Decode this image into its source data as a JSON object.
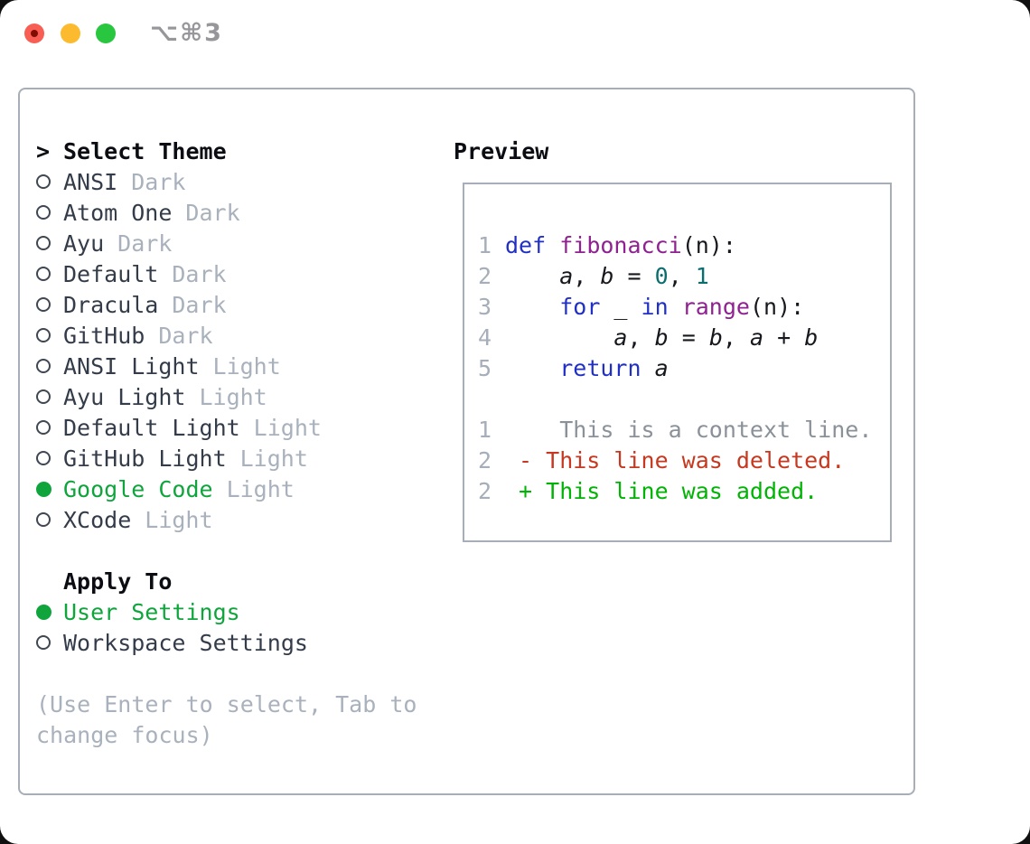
{
  "window": {
    "shortcut": "⌥⌘3"
  },
  "theme_picker": {
    "pointer": ">",
    "title": "Select Theme",
    "items": [
      {
        "name": "ANSI",
        "variant": "Dark",
        "selected": false
      },
      {
        "name": "Atom One",
        "variant": "Dark",
        "selected": false
      },
      {
        "name": "Ayu",
        "variant": "Dark",
        "selected": false
      },
      {
        "name": "Default",
        "variant": "Dark",
        "selected": false
      },
      {
        "name": "Dracula",
        "variant": "Dark",
        "selected": false
      },
      {
        "name": "GitHub",
        "variant": "Dark",
        "selected": false
      },
      {
        "name": "ANSI Light",
        "variant": "Light",
        "selected": false
      },
      {
        "name": "Ayu Light",
        "variant": "Light",
        "selected": false
      },
      {
        "name": "Default Light",
        "variant": "Light",
        "selected": false
      },
      {
        "name": "GitHub Light",
        "variant": "Light",
        "selected": false
      },
      {
        "name": "Google Code",
        "variant": "Light",
        "selected": true
      },
      {
        "name": "XCode",
        "variant": "Light",
        "selected": false
      }
    ]
  },
  "apply_to": {
    "title": "Apply To",
    "options": [
      {
        "label": "User Settings",
        "selected": true
      },
      {
        "label": "Workspace Settings",
        "selected": false
      }
    ]
  },
  "help": {
    "line1": "(Use Enter to select, Tab to",
    "line2": "change focus)"
  },
  "preview": {
    "title": "Preview",
    "lines": [
      {
        "num": "1",
        "segs": [
          {
            "t": "def",
            "c": "kw"
          },
          {
            "t": " ",
            "c": "pl"
          },
          {
            "t": "fibonacci",
            "c": "fn"
          },
          {
            "t": "(n):",
            "c": "pl"
          }
        ]
      },
      {
        "num": "2",
        "segs": [
          {
            "t": "    ",
            "c": "pl"
          },
          {
            "t": "a",
            "c": "var"
          },
          {
            "t": ", ",
            "c": "pl"
          },
          {
            "t": "b",
            "c": "var"
          },
          {
            "t": " = ",
            "c": "pl"
          },
          {
            "t": "0",
            "c": "nu"
          },
          {
            "t": ", ",
            "c": "pl"
          },
          {
            "t": "1",
            "c": "nu"
          }
        ]
      },
      {
        "num": "3",
        "segs": [
          {
            "t": "    ",
            "c": "pl"
          },
          {
            "t": "for",
            "c": "kw"
          },
          {
            "t": " _ ",
            "c": "pl"
          },
          {
            "t": "in",
            "c": "kw"
          },
          {
            "t": " ",
            "c": "pl"
          },
          {
            "t": "range",
            "c": "fn"
          },
          {
            "t": "(n):",
            "c": "pl"
          }
        ]
      },
      {
        "num": "4",
        "segs": [
          {
            "t": "        ",
            "c": "pl"
          },
          {
            "t": "a",
            "c": "var"
          },
          {
            "t": ", ",
            "c": "pl"
          },
          {
            "t": "b",
            "c": "var"
          },
          {
            "t": " = ",
            "c": "pl"
          },
          {
            "t": "b",
            "c": "var"
          },
          {
            "t": ", ",
            "c": "pl"
          },
          {
            "t": "a",
            "c": "var"
          },
          {
            "t": " + ",
            "c": "pl"
          },
          {
            "t": "b",
            "c": "var"
          }
        ]
      },
      {
        "num": "5",
        "segs": [
          {
            "t": "    ",
            "c": "pl"
          },
          {
            "t": "return",
            "c": "kw"
          },
          {
            "t": " ",
            "c": "pl"
          },
          {
            "t": "a",
            "c": "var"
          }
        ]
      },
      {
        "num": "",
        "segs": []
      },
      {
        "num": "1",
        "segs": [
          {
            "t": "    This is a context line.",
            "c": "ctx"
          }
        ]
      },
      {
        "num": "2",
        "segs": [
          {
            "t": " - This line was deleted.",
            "c": "del"
          }
        ]
      },
      {
        "num": "2",
        "segs": [
          {
            "t": " + This line was added.",
            "c": "add"
          }
        ]
      }
    ]
  },
  "colors": {
    "pl": "#16181d",
    "kw": "#2130c4",
    "fn": "#8f2190",
    "nu": "#0b6e6e",
    "var": "#16181d",
    "ctx": "#8a9199",
    "del": "#c6381f",
    "add": "#00b305",
    "selected_green": "#0fa53c",
    "gutter": "#a6aeb9"
  }
}
